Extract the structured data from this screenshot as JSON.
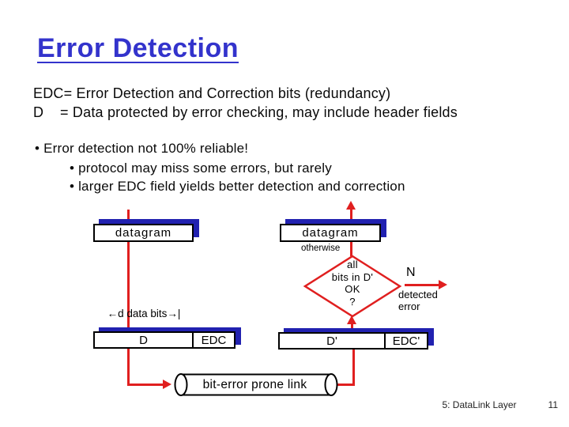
{
  "title": "Error Detection",
  "body": {
    "definition_edc": "EDC= Error Detection and Correction bits (redundancy)",
    "definition_d": "D    = Data protected by error checking, may include header fields",
    "bullet1": "• Error detection not 100% reliable!",
    "bullet2": "• protocol may miss some errors, but rarely",
    "bullet3": "• larger EDC field yields better detection and correction"
  },
  "diagram": {
    "sender_datagram_label": "datagram",
    "receiver_datagram_label": "datagram",
    "d_data_bits_label": "←d data bits→|",
    "otherwise_label": "otherwise",
    "sender_fields": {
      "d": "D",
      "edc": "EDC"
    },
    "receiver_fields": {
      "d": "D'",
      "edc": "EDC'"
    },
    "decision": {
      "lines": [
        "all",
        "bits in D'",
        "OK",
        "?"
      ]
    },
    "n_label": "N",
    "detected_error": [
      "detected",
      "error"
    ],
    "link_label": "bit-error prone link"
  },
  "footer": {
    "section": "5: DataLink Layer",
    "page": "11"
  },
  "colors": {
    "title_blue": "#3333cc",
    "flow_red": "#e01f1f",
    "shadow_blue": "#2121b0",
    "text": "#000000",
    "background": "#ffffff"
  }
}
